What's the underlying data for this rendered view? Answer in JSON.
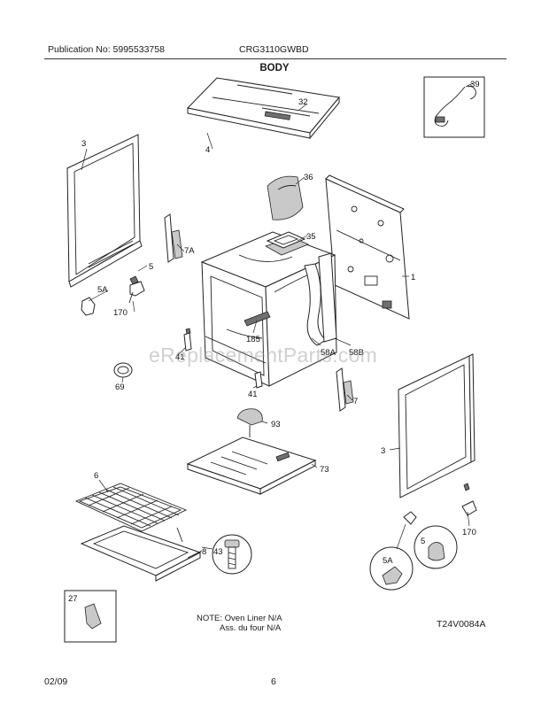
{
  "header": {
    "publication": "Publication No: 5995533758",
    "model": "CRG3110GWBD"
  },
  "title": "BODY",
  "watermark": "eReplacementParts.com",
  "callouts": {
    "c1": "1",
    "c3_left": "3",
    "c3_right": "3",
    "c4": "4",
    "c5_left": "5",
    "c5_right": "5",
    "c5a_left": "5A",
    "c5a_right": "5A",
    "c6": "6",
    "c7": "7",
    "c7a": "7A",
    "c8": "8",
    "c27": "27",
    "c32": "32",
    "c35": "35",
    "c36": "36",
    "c39": "39",
    "c41_top": "41",
    "c41_bottom": "41",
    "c43": "43",
    "c58a": "58A",
    "c58b": "58B",
    "c69": "69",
    "c73": "73",
    "c93": "93",
    "c170_left": "170",
    "c170_right": "170",
    "c185": "185"
  },
  "notes": {
    "line1": "NOTE: Oven Liner N/A",
    "line2": "Ass. du four N/A"
  },
  "figure_number": "T24V0084A",
  "footer": {
    "date": "02/09",
    "page": "6"
  }
}
